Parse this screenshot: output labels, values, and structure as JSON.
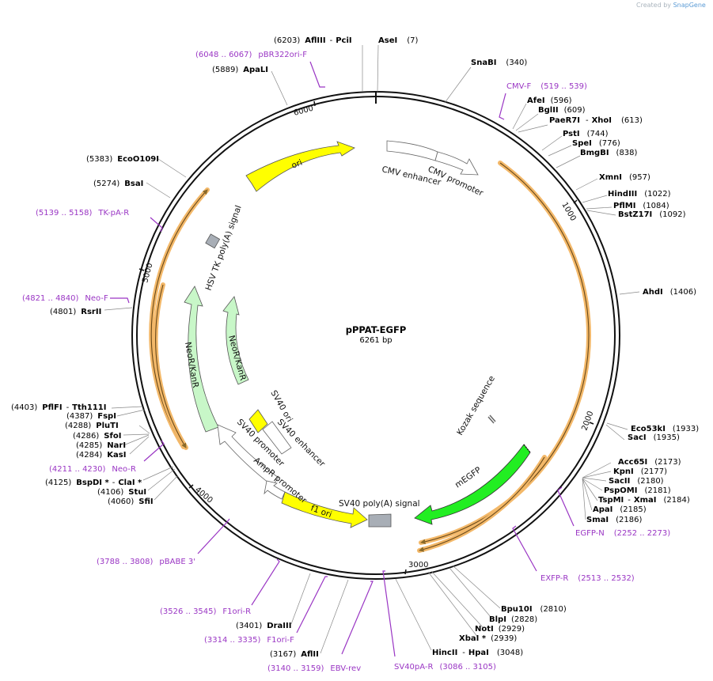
{
  "watermark": {
    "prefix": "Created by",
    "brand": "SnapGene"
  },
  "plasmid": {
    "name": "pPPAT-EGFP",
    "size": "6261 bp"
  },
  "ticks": [
    "1000",
    "2000",
    "3000",
    "4000",
    "5000",
    "6000"
  ],
  "features": {
    "ori": "ori",
    "cmv_enhancer": "CMV enhancer",
    "cmv_promoter": "CMV promoter",
    "hsv_tk": "HSV TK poly(A) signal",
    "neor1": "NeoR/KanR",
    "neor2": "NeoR/KanR",
    "sv40_ori": "SV40 ori",
    "sv40_enhancer": "SV40 enhancer",
    "sv40_promoter": "SV40 promoter",
    "ampr_promoter": "AmpR promoter",
    "f1_ori": "f1 ori",
    "sv40_polya": "SV40 poly(A) signal",
    "megfp": "mEGFP",
    "kozak": "Kozak sequence"
  },
  "sites": [
    {
      "name": "AflIII",
      "pos": "(6203)"
    },
    {
      "name": "PciI",
      "pos": ""
    },
    {
      "name": "AseI",
      "pos": "(7)"
    },
    {
      "name": "SnaBI",
      "pos": "(340)"
    },
    {
      "name": "AfeI",
      "pos": "(596)"
    },
    {
      "name": "BglII",
      "pos": "(609)"
    },
    {
      "name": "PaeR7I",
      "pos": ""
    },
    {
      "name": "XhoI",
      "pos": "(613)"
    },
    {
      "name": "PstI",
      "pos": "(744)"
    },
    {
      "name": "SpeI",
      "pos": "(776)"
    },
    {
      "name": "BmgBI",
      "pos": "(838)"
    },
    {
      "name": "XmnI",
      "pos": "(957)"
    },
    {
      "name": "HindIII",
      "pos": "(1022)"
    },
    {
      "name": "PflMI",
      "pos": "(1084)"
    },
    {
      "name": "BstZ17I",
      "pos": "(1092)"
    },
    {
      "name": "AhdI",
      "pos": "(1406)"
    },
    {
      "name": "Eco53kI",
      "pos": "(1933)"
    },
    {
      "name": "SacI",
      "pos": "(1935)"
    },
    {
      "name": "Acc65I",
      "pos": "(2173)"
    },
    {
      "name": "KpnI",
      "pos": "(2177)"
    },
    {
      "name": "SacII",
      "pos": "(2180)"
    },
    {
      "name": "PspOMI",
      "pos": "(2181)"
    },
    {
      "name": "TspMI",
      "pos": ""
    },
    {
      "name": "XmaI",
      "pos": "(2184)"
    },
    {
      "name": "ApaI",
      "pos": "(2185)"
    },
    {
      "name": "SmaI",
      "pos": "(2186)"
    },
    {
      "name": "Bpu10I",
      "pos": "(2810)"
    },
    {
      "name": "BlpI",
      "pos": "(2828)"
    },
    {
      "name": "NotI",
      "pos": "(2929)"
    },
    {
      "name": "XbaI *",
      "pos": "(2939)"
    },
    {
      "name": "HincII",
      "pos": ""
    },
    {
      "name": "HpaI",
      "pos": "(3048)"
    },
    {
      "name": "AflII",
      "pos": "(3167)"
    },
    {
      "name": "DraIII",
      "pos": "(3401)"
    },
    {
      "name": "SfiI",
      "pos": "(4060)"
    },
    {
      "name": "StuI",
      "pos": "(4106)"
    },
    {
      "name": "BspDI *",
      "pos": "(4125)"
    },
    {
      "name": "ClaI *",
      "pos": ""
    },
    {
      "name": "KasI",
      "pos": "(4284)"
    },
    {
      "name": "NarI",
      "pos": "(4285)"
    },
    {
      "name": "SfoI",
      "pos": "(4286)"
    },
    {
      "name": "PluTI",
      "pos": "(4288)"
    },
    {
      "name": "FspI",
      "pos": "(4387)"
    },
    {
      "name": "PflFI",
      "pos": "(4403)"
    },
    {
      "name": "Tth111I",
      "pos": ""
    },
    {
      "name": "RsrII",
      "pos": "(4801)"
    },
    {
      "name": "BsaI",
      "pos": "(5274)"
    },
    {
      "name": "EcoO109I",
      "pos": "(5383)"
    },
    {
      "name": "ApaLI",
      "pos": "(5889)"
    }
  ],
  "primers": [
    {
      "name": "pBR322ori-F",
      "range": "(6048 .. 6067)"
    },
    {
      "name": "CMV-F",
      "range": "(519 .. 539)"
    },
    {
      "name": "TK-pA-R",
      "range": "(5139 .. 5158)"
    },
    {
      "name": "Neo-F",
      "range": "(4821 .. 4840)"
    },
    {
      "name": "Neo-R",
      "range": "(4211 .. 4230)"
    },
    {
      "name": "EGFP-N",
      "range": "(2252 .. 2273)"
    },
    {
      "name": "EXFP-R",
      "range": "(2513 .. 2532)"
    },
    {
      "name": "pBABE 3'",
      "range": "(3788 .. 3808)"
    },
    {
      "name": "F1ori-R",
      "range": "(3526 .. 3545)"
    },
    {
      "name": "F1ori-F",
      "range": "(3314 .. 3335)"
    },
    {
      "name": "EBV-rev",
      "range": "(3140 .. 3159)"
    },
    {
      "name": "SV40pA-R",
      "range": "(3086 .. 3105)"
    }
  ],
  "dash": "-",
  "colors": {
    "backbone": "#111111",
    "primer": "#9a36c4",
    "orf_outline": "#f0b35a",
    "ori": "#ffff00",
    "neo": "#c8f7c8",
    "egfp": "#22ee22",
    "polya": "#a8aeb6"
  }
}
